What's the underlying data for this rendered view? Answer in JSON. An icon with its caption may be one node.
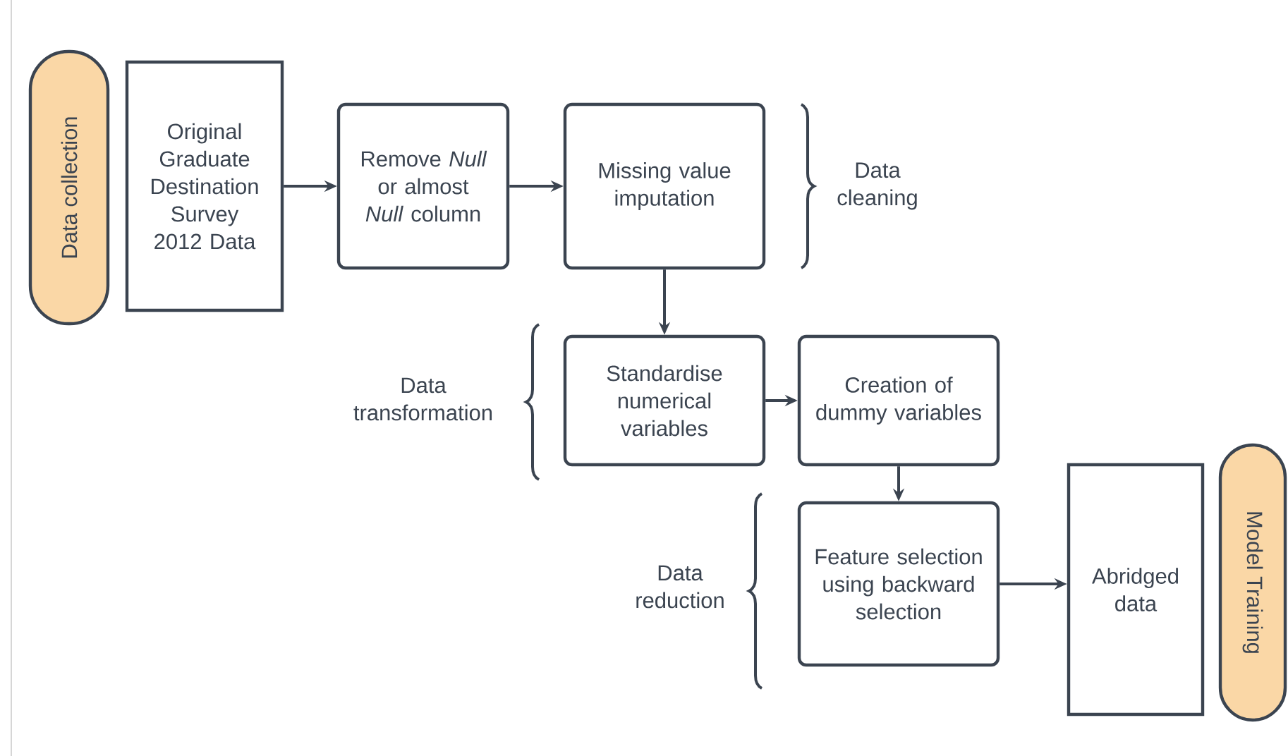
{
  "diagram": {
    "nodes": [
      {
        "text": [
          "Data collection"
        ]
      },
      {
        "text": [
          "Original Graduate Destination Survey 2012 Data"
        ]
      },
      {
        "text": [
          "Remove *Null* or almost *Null* column"
        ]
      },
      {
        "text": [
          "Missing value imputation"
        ]
      },
      {
        "text": [
          "Standardise numerical variables"
        ]
      },
      {
        "text": [
          "Creation of dummy variables"
        ]
      },
      {
        "text": [
          "Feature selection using backward selection"
        ]
      },
      {
        "text": [
          "Abridged data"
        ]
      },
      {
        "text": [
          "Model Training"
        ]
      }
    ],
    "edges": [
      {
        "from": 1,
        "to": 2,
        "arrow": "to"
      },
      {
        "from": 2,
        "to": 3,
        "arrow": "to"
      },
      {
        "from": 3,
        "to": 4,
        "arrow": "to"
      },
      {
        "from": 4,
        "to": 5,
        "arrow": "to"
      },
      {
        "from": 5,
        "to": 6,
        "arrow": "to"
      },
      {
        "from": 6,
        "to": 7,
        "arrow": "to"
      }
    ],
    "labels": [
      "Data cleaning",
      "Data transformation",
      "Data reduction"
    ]
  }
}
